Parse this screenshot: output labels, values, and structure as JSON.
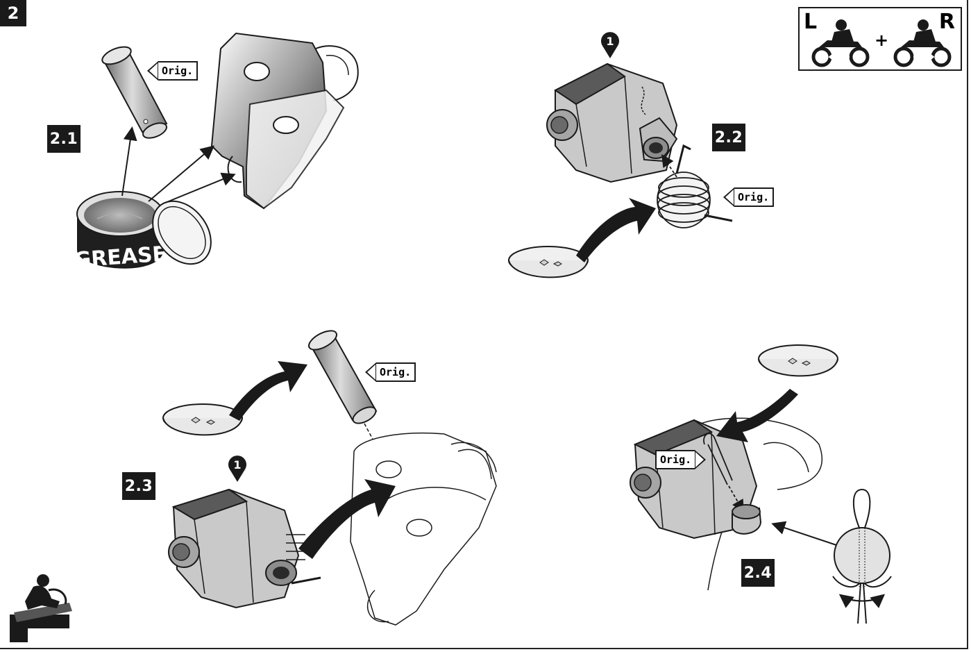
{
  "step": {
    "number": "2"
  },
  "substeps": [
    {
      "label": "2.1"
    },
    {
      "label": "2.2"
    },
    {
      "label": "2.3"
    },
    {
      "label": "2.4"
    }
  ],
  "orig_label": "Orig.",
  "grease_label": "GREASE",
  "marker_number": "1",
  "side_indicator": {
    "left": "L",
    "plus": "+",
    "right": "R"
  },
  "colors": {
    "ink": "#1a1a1a",
    "part_gray": "#c8c8c8",
    "shade": "#8a8a8a"
  }
}
